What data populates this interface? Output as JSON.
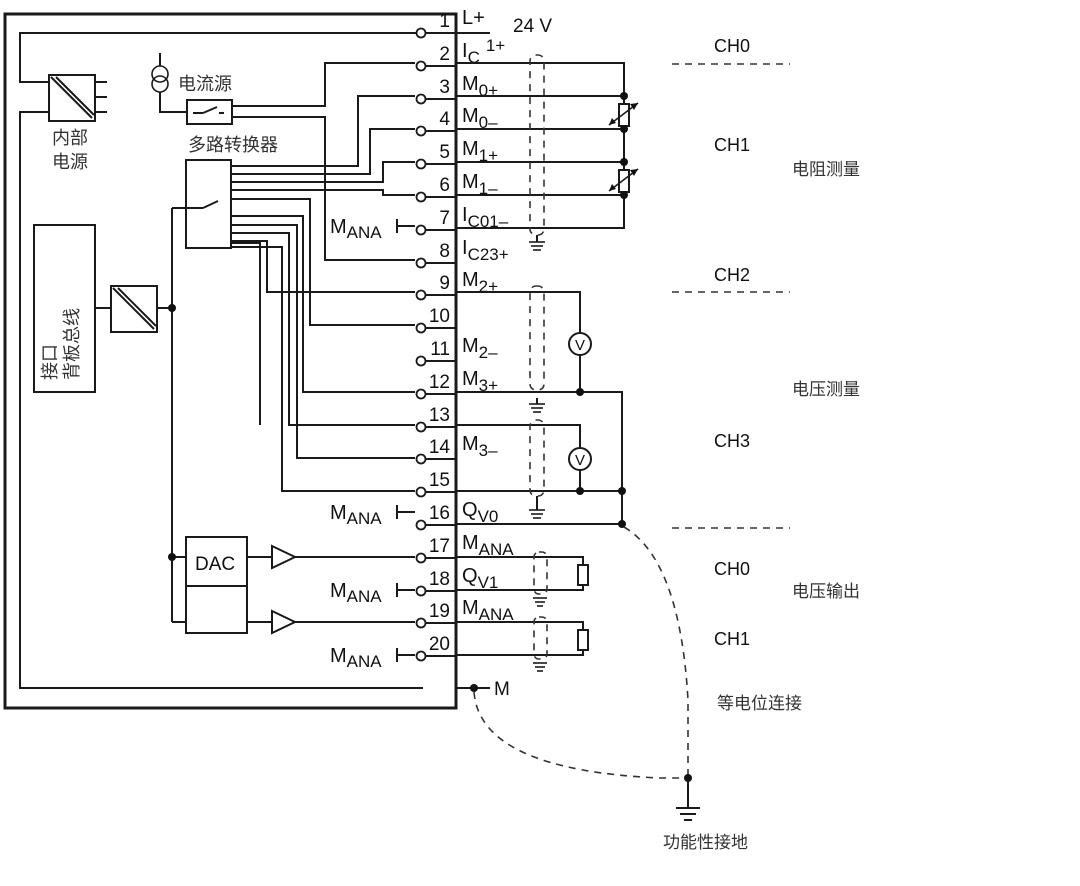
{
  "blocks": {
    "internal_power": "内部\n电源",
    "internal_power_l1": "内部",
    "internal_power_l2": "电源",
    "current_source": "电流源",
    "multiplexer": "多路转换器",
    "backplane_bus": "背板总线接口",
    "backplane_l1": "背板总线",
    "backplane_l2": "接口",
    "dac": "DAC"
  },
  "supply_voltage": "24 V",
  "mana_label": {
    "main": "M",
    "sub": "ANA"
  },
  "terminals": [
    {
      "num": "1",
      "signal": "L+",
      "sub": ""
    },
    {
      "num": "2",
      "signal": "I",
      "sub": "C",
      "sup": "1+"
    },
    {
      "num": "3",
      "signal": "M",
      "sub": "0+"
    },
    {
      "num": "4",
      "signal": "M",
      "sub": "0–"
    },
    {
      "num": "5",
      "signal": "M",
      "sub": "1+"
    },
    {
      "num": "6",
      "signal": "M",
      "sub": "1–"
    },
    {
      "num": "7",
      "signal": "I",
      "sub": "C01–"
    },
    {
      "num": "8",
      "signal": "I",
      "sub": "C23+"
    },
    {
      "num": "9",
      "signal": "M",
      "sub": "2+"
    },
    {
      "num": "10",
      "signal": "",
      "sub": ""
    },
    {
      "num": "11",
      "signal": "M",
      "sub": "2–"
    },
    {
      "num": "12",
      "signal": "M",
      "sub": "3+"
    },
    {
      "num": "13",
      "signal": "",
      "sub": ""
    },
    {
      "num": "14",
      "signal": "M",
      "sub": "3–"
    },
    {
      "num": "15",
      "signal": "",
      "sub": ""
    },
    {
      "num": "16",
      "signal": "Q",
      "sub": "V0"
    },
    {
      "num": "17",
      "signal": "M",
      "sub": "ANA"
    },
    {
      "num": "18",
      "signal": "Q",
      "sub": "V1"
    },
    {
      "num": "19",
      "signal": "M",
      "sub": "ANA"
    },
    {
      "num": "20",
      "signal": "",
      "sub": ""
    }
  ],
  "ground_m_label": "M",
  "channels": {
    "res_ch0": "CH0",
    "res_ch1": "CH1",
    "res_group": "电阻测量",
    "volt_ch2": "CH2",
    "volt_ch3": "CH3",
    "volt_group": "电压测量",
    "out_ch0": "CH0",
    "out_ch1": "CH1",
    "out_group": "电压输出"
  },
  "equipotential": "等电位连接",
  "functional_earth": "功能性接地",
  "meter_symbol": "V",
  "icons": [
    "power-converter-icon",
    "current-source-icon",
    "switch-icon",
    "potentiometer-icon",
    "voltmeter-icon",
    "amplifier-icon",
    "resistor-icon",
    "ground-icon",
    "shielded-cable-icon"
  ]
}
